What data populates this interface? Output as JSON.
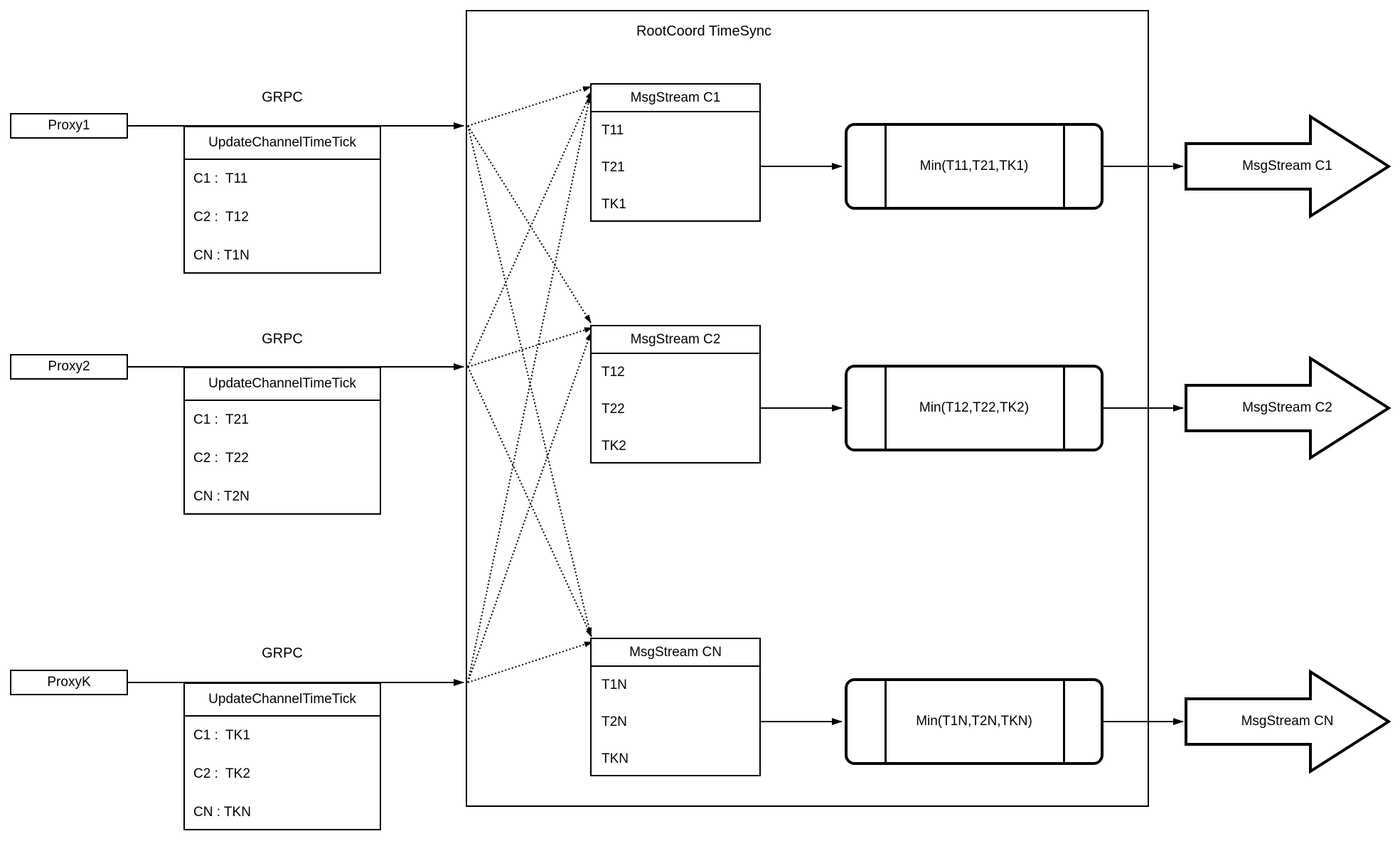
{
  "colors": {
    "stroke": "#000000",
    "background": "#ffffff"
  },
  "root_box": {
    "title": "RootCoord TimeSync"
  },
  "rows": [
    {
      "proxy_label": "Proxy1",
      "grpc_label": "GRPC",
      "request_table": {
        "header": "UpdateChannelTimeTick",
        "rows": [
          "C1 :  T11",
          "C2 :  T12",
          "CN : T1N"
        ]
      },
      "msgstream_table": {
        "header": "MsgStream C1",
        "rows": [
          "T11",
          "T21",
          "TK1"
        ]
      },
      "min_label": "Min(T11,T21,TK1)",
      "output_arrow_label": "MsgStream C1"
    },
    {
      "proxy_label": "Proxy2",
      "grpc_label": "GRPC",
      "request_table": {
        "header": "UpdateChannelTimeTick",
        "rows": [
          "C1 :  T21",
          "C2 :  T22",
          "CN : T2N"
        ]
      },
      "msgstream_table": {
        "header": "MsgStream C2",
        "rows": [
          "T12",
          "T22",
          "TK2"
        ]
      },
      "min_label": "Min(T12,T22,TK2)",
      "output_arrow_label": "MsgStream C2"
    },
    {
      "proxy_label": "ProxyK",
      "grpc_label": "GRPC",
      "request_table": {
        "header": "UpdateChannelTimeTick",
        "rows": [
          "C1 :  TK1",
          "C2 :  TK2",
          "CN : TKN"
        ]
      },
      "msgstream_table": {
        "header": "MsgStream CN",
        "rows": [
          "T1N",
          "T2N",
          "TKN"
        ]
      },
      "min_label": "Min(T1N,T2N,TKN)",
      "output_arrow_label": "MsgStream CN"
    }
  ]
}
